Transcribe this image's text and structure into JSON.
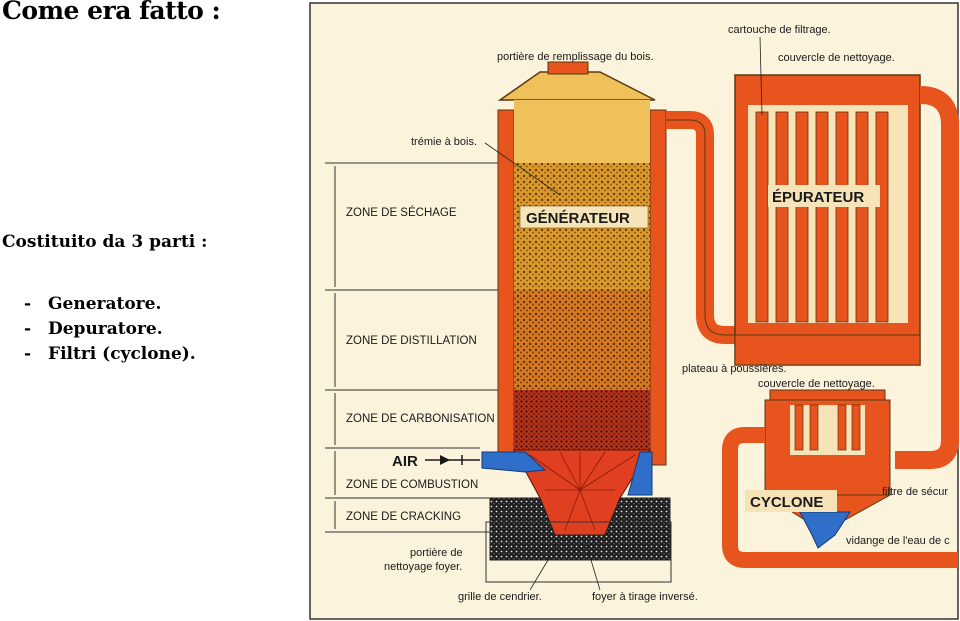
{
  "slide": {
    "title": "Come era fatto :",
    "subtitle": "Costituito da 3 parti :",
    "parts": [
      "Generatore.",
      "Depuratore.",
      "Filtri (cyclone)."
    ]
  },
  "diagram": {
    "labels": {
      "portiere_remplissage": "portière de remplissage du bois.",
      "tremie": "trémie à bois.",
      "cartouche": "cartouche de filtrage.",
      "couvercle1": "couvercle de nettoyage.",
      "plateau": "plateau à poussières.",
      "couvercle2": "couvercle de nettoyage.",
      "filtre": "filtre de sécur",
      "vidange": "vidange de l'eau de c",
      "portiere_nettoyage_1": "portière de",
      "portiere_nettoyage_2": "nettoyage foyer.",
      "grille": "grille de cendrier.",
      "foyer": "foyer à tirage inversé.",
      "air": "AIR"
    },
    "components": {
      "generateur": "GÉNÉRATEUR",
      "epurateur": "ÉPURATEUR",
      "cyclone": "CYCLONE"
    },
    "zones": [
      "ZONE DE SÉCHAGE",
      "ZONE DE DISTILLATION",
      "ZONE DE CARBONISATION",
      "ZONE DE COMBUSTION",
      "ZONE DE CRACKING"
    ],
    "colors": {
      "pipe": "#e8541e",
      "hopper": "#f0c05a",
      "drying": "#d99a2a",
      "distillation": "#d67a22",
      "carbonisation": "#b5331c",
      "combustion": "#e0401f",
      "cracking": "#2a2a2a",
      "air": "#2f6fc9",
      "background": "#fbf3dc"
    }
  }
}
